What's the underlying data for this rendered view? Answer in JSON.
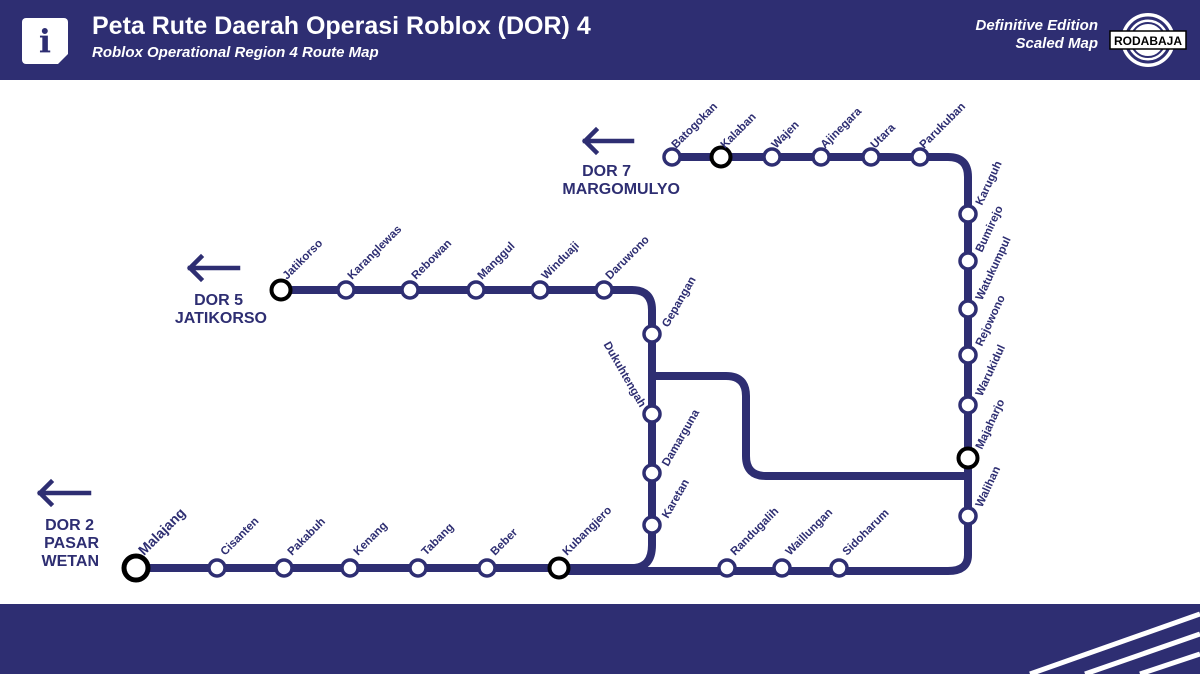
{
  "header": {
    "info_icon": "info-icon",
    "title": "Peta Rute Daerah Operasi Roblox (DOR) 4",
    "subtitle": "Roblox Operational Region 4 Route Map",
    "edition_line1": "Definitive Edition",
    "edition_line2": "Scaled Map",
    "logo_text": "RODABAJA"
  },
  "colors": {
    "line": "#2e2e72",
    "station_fill": "#ffffff",
    "interchange_ring": "#000000",
    "header_bg": "#2e2e72"
  },
  "destinations": {
    "dor7": [
      "DOR 7",
      "MARGOMULYO"
    ],
    "dor5": [
      "DOR 5",
      "JATIKORSO"
    ],
    "dor2": [
      "DOR 2",
      "PASAR",
      "WETAN"
    ]
  },
  "stations": {
    "top": [
      "Batogokan",
      "Kalaban",
      "Wajen",
      "Ajinegara",
      "Utara",
      "Parukuban"
    ],
    "east": [
      "Karuguh",
      "Bumirejo",
      "Watukumpul",
      "Rejowono",
      "Warukidul",
      "Majaharjo",
      "Walihan"
    ],
    "middle": [
      "Jatikorso",
      "Karanglewas",
      "Rebowan",
      "Manggul",
      "Winduaji",
      "Daruwono"
    ],
    "branch": [
      "Gepangan",
      "Dukuhtengah",
      "Damarguna",
      "Karetan"
    ],
    "bottom": [
      "Malajang",
      "Cisanten",
      "Pakabuh",
      "Kenang",
      "Tabang",
      "Beber",
      "Kubangjero",
      "Randugalih",
      "Waillungan",
      "Sidoharum"
    ]
  },
  "interchanges": [
    "Kalaban",
    "Jatikorso",
    "Malajang",
    "Kubangjero",
    "Majaharjo"
  ]
}
